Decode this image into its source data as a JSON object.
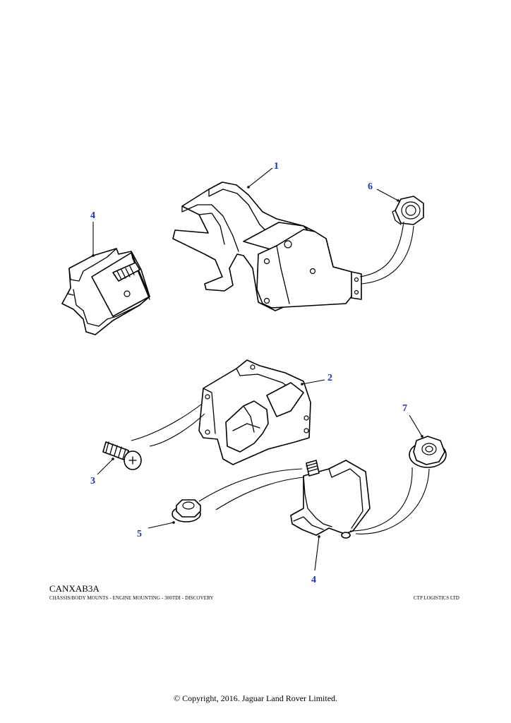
{
  "colors": {
    "callout": "#1a33cc",
    "line": "#000000",
    "background": "#ffffff"
  },
  "callouts": {
    "c1": "1",
    "c2": "2",
    "c3": "3",
    "c4a": "4",
    "c4b": "4",
    "c5": "5",
    "c6": "6",
    "c7": "7"
  },
  "footer": {
    "drawing_code": "CANXAB3A",
    "title": "CHASSIS/BODY MOUNTS - ENGINE MOUNTING - 300TDI - DISCOVERY",
    "publisher": "CTP LOGISTICS LTD",
    "copyright": "© Copyright, 2016. Jaguar Land Rover Limited."
  }
}
